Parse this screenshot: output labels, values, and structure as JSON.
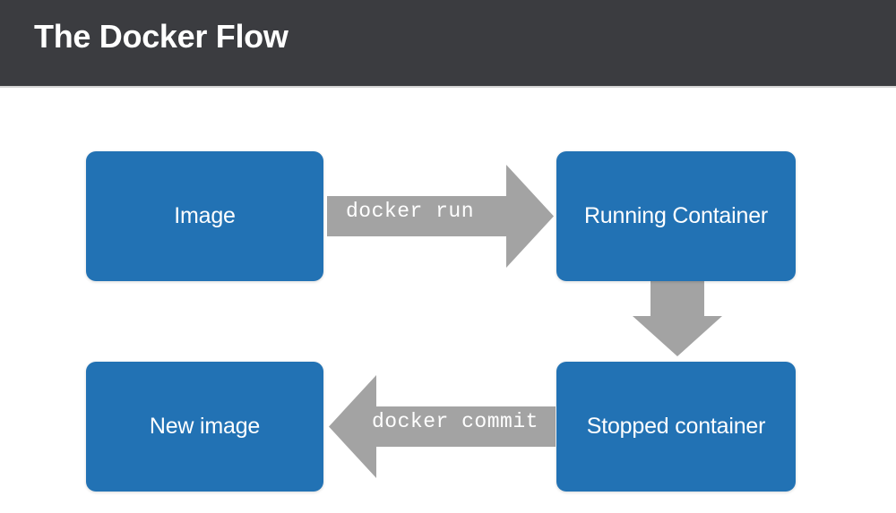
{
  "header": {
    "title": "The Docker Flow",
    "background_color": "#3b3c40",
    "text_color": "#ffffff"
  },
  "theme": {
    "node_color": "#2272b4",
    "node_text_color": "#ffffff",
    "arrow_color": "#a3a3a3",
    "arrow_text_color": "#ffffff",
    "canvas_color": "#ffffff"
  },
  "diagram": {
    "type": "flow",
    "nodes": [
      {
        "id": "image",
        "label": "Image"
      },
      {
        "id": "running",
        "label": "Running Container"
      },
      {
        "id": "newimage",
        "label": "New image"
      },
      {
        "id": "stopped",
        "label": "Stopped container"
      }
    ],
    "edges": [
      {
        "id": "run",
        "label": "docker run",
        "from": "image",
        "to": "running",
        "direction": "right"
      },
      {
        "id": "stop",
        "label": "",
        "from": "running",
        "to": "stopped",
        "direction": "down"
      },
      {
        "id": "commit",
        "label": "docker commit",
        "from": "stopped",
        "to": "newimage",
        "direction": "left"
      }
    ]
  }
}
